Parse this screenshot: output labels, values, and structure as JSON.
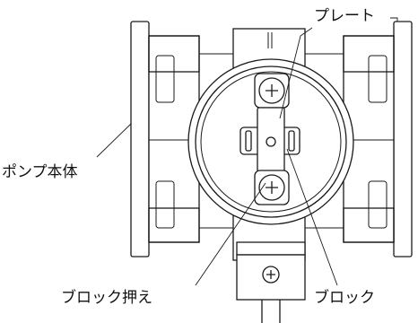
{
  "labels": {
    "plate": "プレート",
    "pump_body": "ポンプ本体",
    "block_holder": "ブロック押え",
    "block": "ブロック"
  }
}
